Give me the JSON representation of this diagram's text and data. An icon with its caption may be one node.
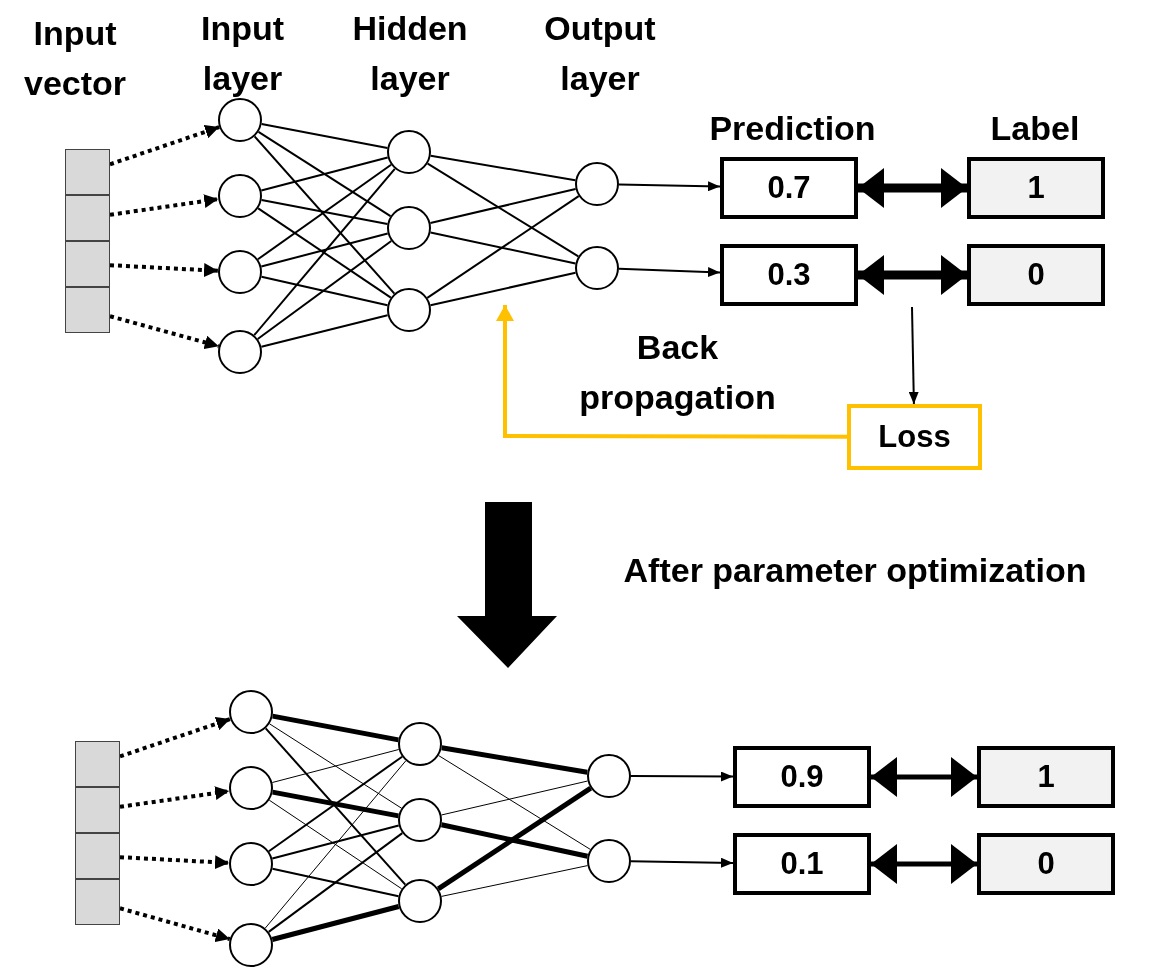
{
  "diagram": {
    "nodes": [
      {
        "text": [],
        "shape": "box"
      },
      {
        "text": [],
        "shape": "box"
      },
      {
        "text": [],
        "shape": "box"
      },
      {
        "text": [],
        "shape": "box"
      },
      {
        "text": [],
        "shape": "circle"
      },
      {
        "text": [],
        "shape": "circle"
      },
      {
        "text": [],
        "shape": "circle"
      },
      {
        "text": [],
        "shape": "circle"
      },
      {
        "text": [],
        "shape": "circle"
      },
      {
        "text": [],
        "shape": "circle"
      },
      {
        "text": [],
        "shape": "circle"
      },
      {
        "text": [],
        "shape": "circle"
      },
      {
        "text": [],
        "shape": "circle"
      },
      {
        "text": [
          "0.7"
        ]
      },
      {
        "text": [
          "1"
        ]
      },
      {
        "text": [
          "0.3"
        ]
      },
      {
        "text": [
          "0"
        ]
      },
      {
        "text": [
          "Loss"
        ]
      },
      {
        "text": [],
        "shape": "box"
      },
      {
        "text": [],
        "shape": "box"
      },
      {
        "text": [],
        "shape": "box"
      },
      {
        "text": [],
        "shape": "box"
      },
      {
        "text": [],
        "shape": "circle"
      },
      {
        "text": [],
        "shape": "circle"
      },
      {
        "text": [],
        "shape": "circle"
      },
      {
        "text": [],
        "shape": "circle"
      },
      {
        "text": [],
        "shape": "circle"
      },
      {
        "text": [],
        "shape": "circle"
      },
      {
        "text": [],
        "shape": "circle"
      },
      {
        "text": [],
        "shape": "circle"
      },
      {
        "text": [],
        "shape": "circle"
      },
      {
        "text": [
          "0.9"
        ]
      },
      {
        "text": [
          "1"
        ]
      },
      {
        "text": [
          "0.1"
        ]
      },
      {
        "text": [
          "0"
        ]
      }
    ],
    "edges": [
      {
        "from": 0,
        "to": 4,
        "arrow": "to",
        "style": "dashed"
      },
      {
        "from": 1,
        "to": 5,
        "arrow": "to",
        "style": "dashed"
      },
      {
        "from": 2,
        "to": 6,
        "arrow": "to",
        "style": "dashed"
      },
      {
        "from": 3,
        "to": 7,
        "arrow": "to",
        "style": "dashed"
      },
      {
        "from": 4,
        "to": 8,
        "arrow": "none"
      },
      {
        "from": 4,
        "to": 9,
        "arrow": "none"
      },
      {
        "from": 4,
        "to": 10,
        "arrow": "none"
      },
      {
        "from": 5,
        "to": 8,
        "arrow": "none"
      },
      {
        "from": 5,
        "to": 9,
        "arrow": "none"
      },
      {
        "from": 5,
        "to": 10,
        "arrow": "none"
      },
      {
        "from": 6,
        "to": 8,
        "arrow": "none"
      },
      {
        "from": 6,
        "to": 9,
        "arrow": "none"
      },
      {
        "from": 6,
        "to": 10,
        "arrow": "none"
      },
      {
        "from": 7,
        "to": 8,
        "arrow": "none"
      },
      {
        "from": 7,
        "to": 9,
        "arrow": "none"
      },
      {
        "from": 7,
        "to": 10,
        "arrow": "none"
      },
      {
        "from": 8,
        "to": 11,
        "arrow": "none"
      },
      {
        "from": 8,
        "to": 12,
        "arrow": "none"
      },
      {
        "from": 9,
        "to": 11,
        "arrow": "none"
      },
      {
        "from": 9,
        "to": 12,
        "arrow": "none"
      },
      {
        "from": 10,
        "to": 11,
        "arrow": "none"
      },
      {
        "from": 10,
        "to": 12,
        "arrow": "none"
      },
      {
        "from": 11,
        "to": 13,
        "arrow": "to"
      },
      {
        "from": 12,
        "to": 15,
        "arrow": "to"
      },
      {
        "from": 13,
        "to": 14,
        "arrow": "both",
        "style": "thick"
      },
      {
        "from": 15,
        "to": 16,
        "arrow": "both",
        "style": "thick"
      },
      {
        "from": null,
        "to": 17,
        "arrow": "to"
      },
      {
        "from": 17,
        "to": null,
        "arrow": "to",
        "style": "thick",
        "color": "#ffc000"
      },
      {
        "from": 18,
        "to": 22,
        "arrow": "to",
        "style": "dashed"
      },
      {
        "from": 19,
        "to": 23,
        "arrow": "to",
        "style": "dashed"
      },
      {
        "from": 20,
        "to": 24,
        "arrow": "to",
        "style": "dashed"
      },
      {
        "from": 21,
        "to": 25,
        "arrow": "to",
        "style": "dashed"
      },
      {
        "from": 22,
        "to": 26,
        "arrow": "none",
        "style": "thick"
      },
      {
        "from": 22,
        "to": 27,
        "arrow": "none"
      },
      {
        "from": 22,
        "to": 28,
        "arrow": "none"
      },
      {
        "from": 23,
        "to": 26,
        "arrow": "none"
      },
      {
        "from": 23,
        "to": 27,
        "arrow": "none",
        "style": "thick"
      },
      {
        "from": 23,
        "to": 28,
        "arrow": "none"
      },
      {
        "from": 24,
        "to": 26,
        "arrow": "none"
      },
      {
        "from": 24,
        "to": 27,
        "arrow": "none"
      },
      {
        "from": 24,
        "to": 28,
        "arrow": "none"
      },
      {
        "from": 25,
        "to": 26,
        "arrow": "none"
      },
      {
        "from": 25,
        "to": 27,
        "arrow": "none"
      },
      {
        "from": 25,
        "to": 28,
        "arrow": "none",
        "style": "thick"
      },
      {
        "from": 26,
        "to": 29,
        "arrow": "none",
        "style": "thick"
      },
      {
        "from": 26,
        "to": 30,
        "arrow": "none"
      },
      {
        "from": 27,
        "to": 29,
        "arrow": "none"
      },
      {
        "from": 27,
        "to": 30,
        "arrow": "none",
        "style": "thick"
      },
      {
        "from": 28,
        "to": 29,
        "arrow": "none",
        "style": "thick"
      },
      {
        "from": 28,
        "to": 30,
        "arrow": "none"
      },
      {
        "from": 29,
        "to": 31,
        "arrow": "to"
      },
      {
        "from": 30,
        "to": 33,
        "arrow": "to"
      },
      {
        "from": 31,
        "to": 32,
        "arrow": "both",
        "style": "thick"
      },
      {
        "from": 33,
        "to": 34,
        "arrow": "both",
        "style": "thick"
      }
    ],
    "labels": [
      "Input vector",
      "Input layer",
      "Hidden layer",
      "Output layer",
      "Prediction",
      "Label",
      "Back propagation",
      "After parameter optimization"
    ]
  }
}
